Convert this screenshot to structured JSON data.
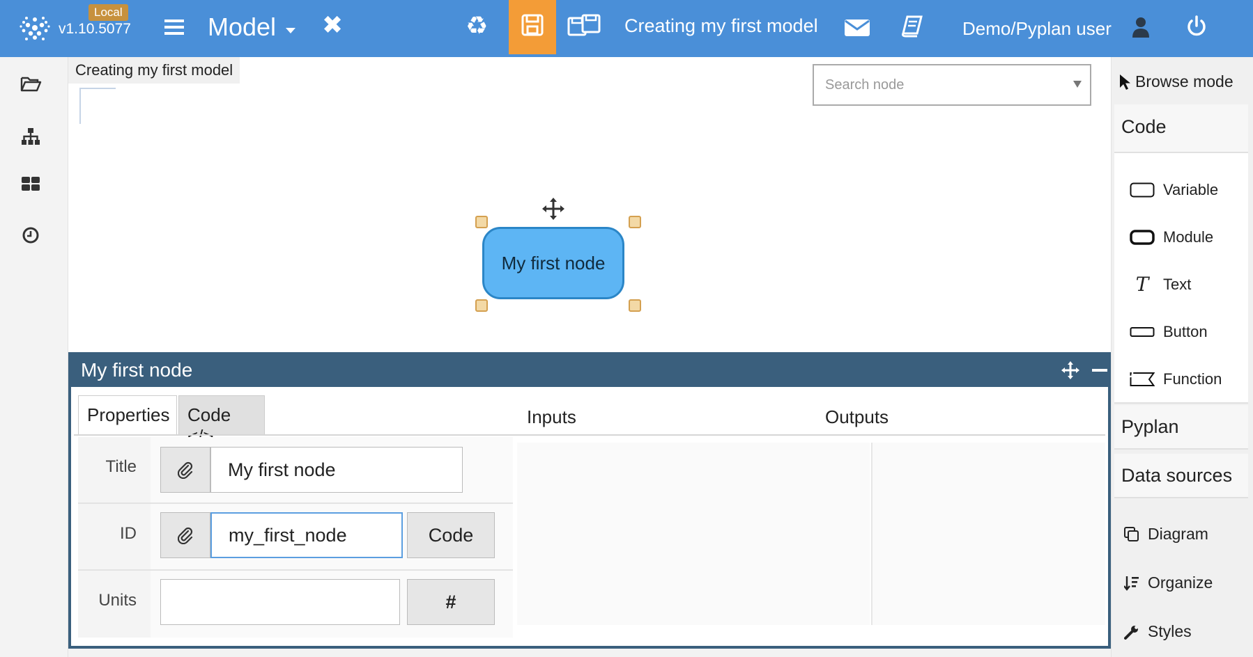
{
  "topbar": {
    "badge": "Local",
    "version": "v1.10.5077",
    "app_title": "Model",
    "model_name": "Creating my first model",
    "user": "Demo/Pyplan user",
    "colors": {
      "bar": "#4a8fd8",
      "save_active": "#f39c37",
      "badge": "#c7913d"
    }
  },
  "left_rail": {
    "items": [
      {
        "icon": "folder-open-icon"
      },
      {
        "icon": "sitemap-icon"
      },
      {
        "icon": "dashboard-grid-icon"
      },
      {
        "icon": "clock-icon"
      }
    ]
  },
  "canvas": {
    "breadcrumb": "Creating my first model",
    "search_placeholder": "Search node",
    "node": {
      "title": "My first node",
      "fill": "#5db5f4",
      "border": "#2b86c7"
    }
  },
  "right_panel": {
    "browse_mode": "Browse mode",
    "code_header": "Code",
    "code_items": [
      "Variable",
      "Module",
      "Text",
      "Button",
      "Function"
    ],
    "pyplan_header": "Pyplan",
    "datasources_header": "Data sources",
    "tools": [
      "Diagram",
      "Organize",
      "Styles"
    ]
  },
  "node_panel": {
    "title": "My first node",
    "tabs": [
      "Properties",
      "Code </>"
    ],
    "inputs_header": "Inputs",
    "outputs_header": "Outputs",
    "properties": {
      "title_label": "Title",
      "title_value": "My first node",
      "id_label": "ID",
      "id_value": "my_first_node",
      "code_button": "Code",
      "units_label": "Units",
      "units_value": "",
      "units_button": "#"
    },
    "header_color": "#3a5f7d"
  }
}
